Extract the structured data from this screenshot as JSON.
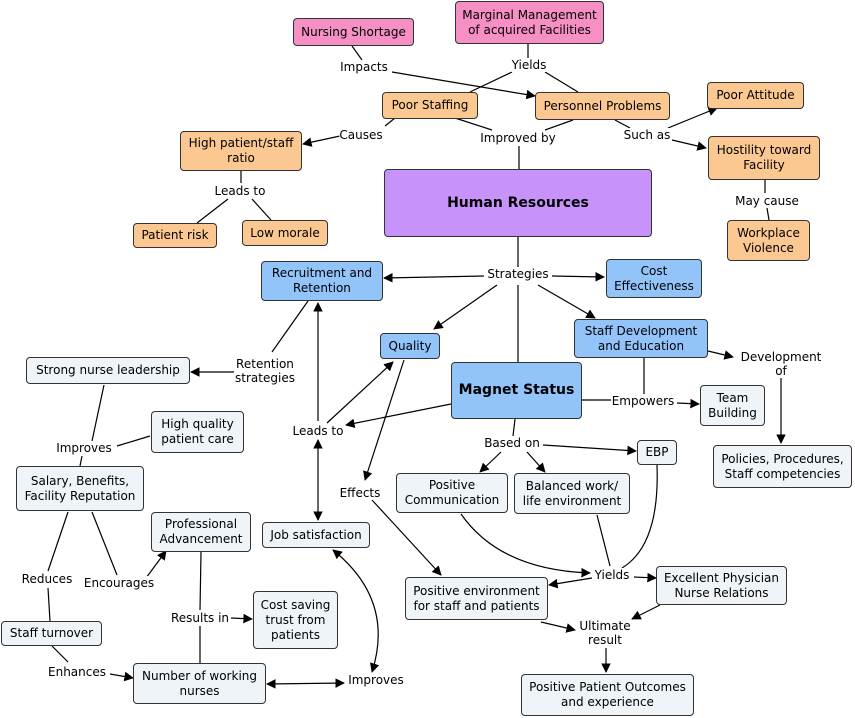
{
  "nodes": {
    "nursing_shortage": "Nursing Shortage",
    "marginal_management": "Marginal Management\nof acquired Facilities",
    "poor_staffing": "Poor Staffing",
    "personnel_problems": "Personnel Problems",
    "poor_attitude": "Poor Attitude",
    "hostility": "Hostility toward\nFacility",
    "workplace_violence": "Workplace\nViolence",
    "high_ratio": "High patient/staff\nratio",
    "patient_risk": "Patient risk",
    "low_morale": "Low morale",
    "human_resources": "Human Resources",
    "recruitment": "Recruitment and\nRetention",
    "cost_effectiveness": "Cost\nEffectiveness",
    "staff_development": "Staff Development\nand Education",
    "quality": "Quality",
    "magnet_status": "Magnet Status",
    "strong_leadership": "Strong nurse leadership",
    "high_quality_care": "High quality\npatient care",
    "team_building": "Team\nBuilding",
    "policies": "Policies, Procedures,\nStaff competencies",
    "ebp": "EBP",
    "salary": "Salary, Benefits,\nFacility Reputation",
    "positive_communication": "Positive\nCommunication",
    "balanced_work": "Balanced work/\nlife environment",
    "professional_advancement": "Professional\nAdvancement",
    "job_satisfaction": "Job satisfaction",
    "positive_environment": "Positive environment\nfor staff and patients",
    "physician_relations": "Excellent Physician\nNurse Relations",
    "cost_saving": "Cost saving\ntrust from\npatients",
    "staff_turnover": "Staff turnover",
    "working_nurses": "Number of working\nnurses",
    "positive_outcomes": "Positive Patient Outcomes\nand experience"
  },
  "labels": {
    "impacts": "Impacts",
    "yields_top": "Yields",
    "causes": "Causes",
    "improved_by": "Improved by",
    "such_as": "Such as",
    "leads_to_top": "Leads to",
    "may_cause": "May cause",
    "strategies": "Strategies",
    "retention_strategies": "Retention\nstrategies",
    "development_of": "Development of",
    "empowers": "Empowers",
    "leads_to_mid": "Leads to",
    "improves_left": "Improves",
    "based_on": "Based on",
    "effects": "Effects",
    "yields_bottom": "Yields",
    "reduces": "Reduces",
    "encourages": "Encourages",
    "results_in": "Results in",
    "ultimate_result": "Ultimate\nresult",
    "enhances": "Enhances",
    "improves_bottom": "Improves"
  },
  "colors": {
    "pink": "#f58fc4",
    "orange": "#fcc892",
    "purple": "#c792fa",
    "blue": "#92c4fa",
    "light": "#eef4f7",
    "line": "#000000"
  }
}
